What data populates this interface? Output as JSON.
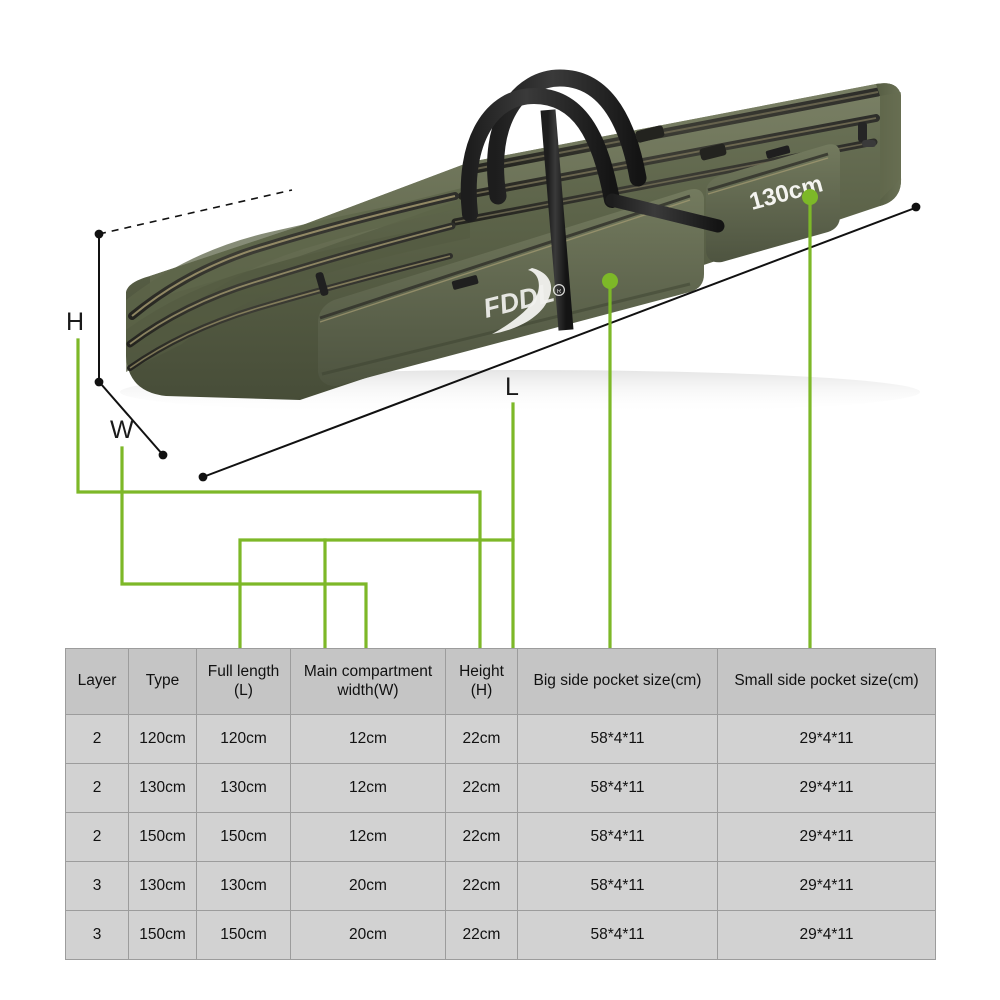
{
  "figure": {
    "product_name": "fishing-rod-bag",
    "brand_logo_text": "FDDL",
    "brand_logo_mark": "registered-trademark",
    "pocket_tag_text": "130cm",
    "fabric_color": "#5c6549",
    "trim_color": "#2a2a26",
    "accent_green": "#7db828",
    "dimension_line_color": "#111111",
    "dimension_labels": {
      "height": "H",
      "width": "W",
      "length": "L"
    }
  },
  "table": {
    "headers": [
      "Layer",
      "Type",
      "Full length\n(L)",
      "Main compartment\nwidth(W)",
      "Height\n(H)",
      "Big side pocket size(cm)",
      "Small side pocket size(cm)"
    ],
    "header_lines": [
      [
        "Layer"
      ],
      [
        "Type"
      ],
      [
        "Full length",
        "(L)"
      ],
      [
        "Main compartment",
        "width(W)"
      ],
      [
        "Height",
        "(H)"
      ],
      [
        "Big side pocket size(cm)"
      ],
      [
        "Small side pocket size(cm)"
      ]
    ],
    "rows": [
      {
        "layer": "2",
        "type": "120cm",
        "full_length": "120cm",
        "main_width": "12cm",
        "height": "22cm",
        "big_pocket": "58*4*11",
        "small_pocket": "29*4*11"
      },
      {
        "layer": "2",
        "type": "130cm",
        "full_length": "130cm",
        "main_width": "12cm",
        "height": "22cm",
        "big_pocket": "58*4*11",
        "small_pocket": "29*4*11"
      },
      {
        "layer": "2",
        "type": "150cm",
        "full_length": "150cm",
        "main_width": "12cm",
        "height": "22cm",
        "big_pocket": "58*4*11",
        "small_pocket": "29*4*11"
      },
      {
        "layer": "3",
        "type": "130cm",
        "full_length": "130cm",
        "main_width": "20cm",
        "height": "22cm",
        "big_pocket": "58*4*11",
        "small_pocket": "29*4*11"
      },
      {
        "layer": "3",
        "type": "150cm",
        "full_length": "150cm",
        "main_width": "20cm",
        "height": "22cm",
        "big_pocket": "58*4*11",
        "small_pocket": "29*4*11"
      }
    ]
  }
}
